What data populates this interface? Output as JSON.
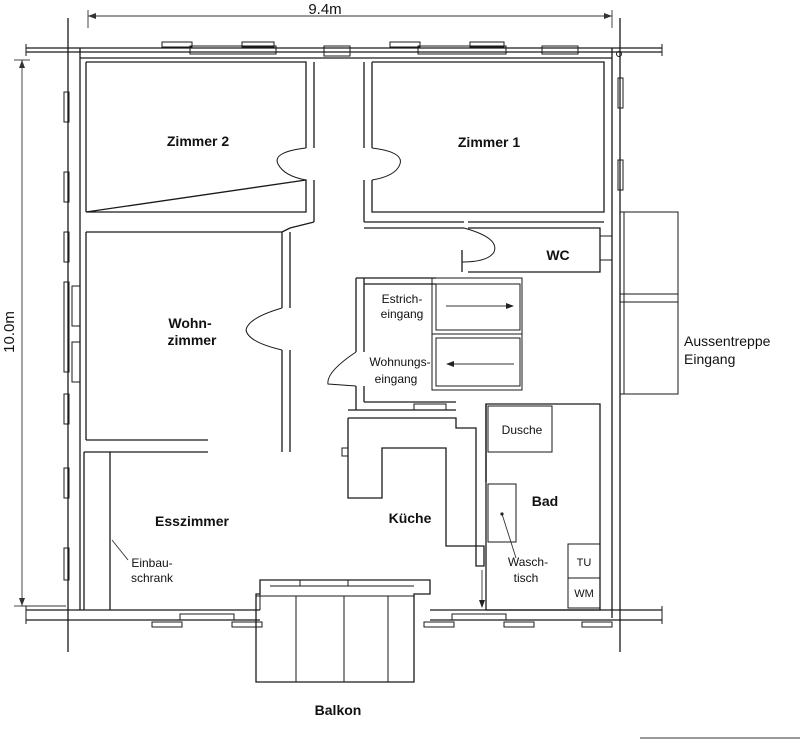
{
  "dimensions": {
    "width_label": "9.4m",
    "height_label": "10.0m"
  },
  "rooms": {
    "zimmer2": "Zimmer 2",
    "zimmer1": "Zimmer 1",
    "wc": "WC",
    "wohnzimmer_line1": "Wohn-",
    "wohnzimmer_line2": "zimmer",
    "esszimmer": "Esszimmer",
    "kueche": "Küche",
    "bad": "Bad",
    "balkon": "Balkon"
  },
  "fixtures": {
    "estrich_line1": "Estrich-",
    "estrich_line2": "eingang",
    "wohnungs_line1": "Wohnungs-",
    "wohnungs_line2": "eingang",
    "dusche": "Dusche",
    "waschtisch_line1": "Wasch-",
    "waschtisch_line2": "tisch",
    "tu": "TU",
    "wm": "WM",
    "einbau_line1": "Einbau-",
    "einbau_line2": "schrank"
  },
  "exterior": {
    "aussentreppe": "Aussentreppe",
    "eingang": "Eingang"
  }
}
